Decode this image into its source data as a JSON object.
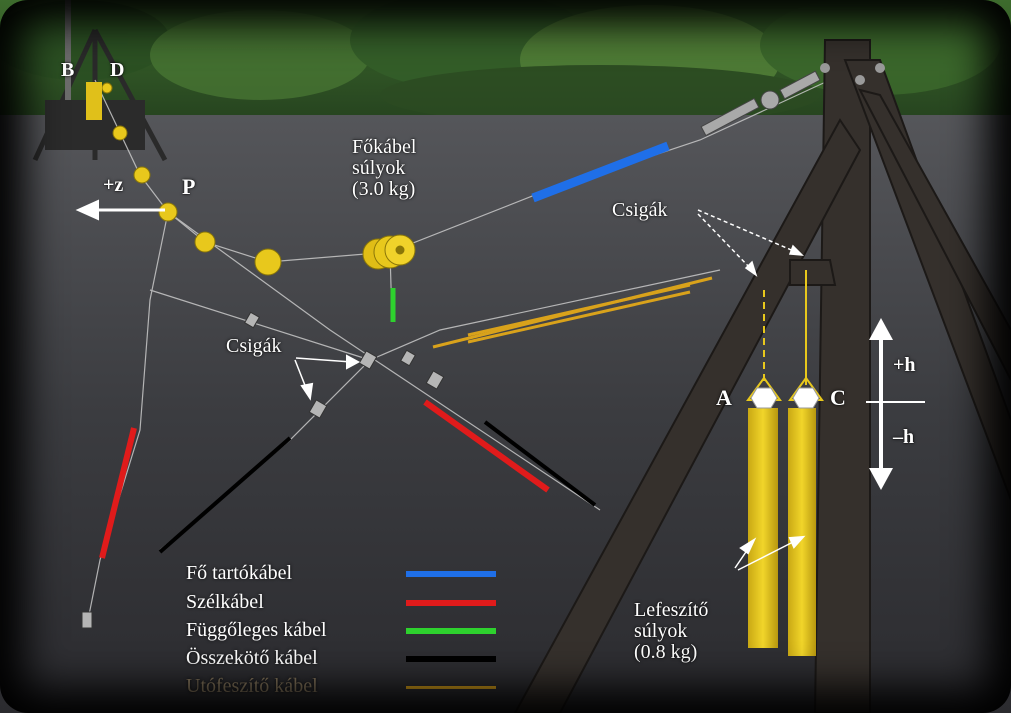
{
  "photo": {
    "labels": {
      "b": "B",
      "d": "D",
      "z": "+z",
      "p": "P",
      "main_weights": "Főkábel\nsúlyok\n(3.0 kg)",
      "pulleys_right": "Csigák",
      "pulleys_left": "Csigák",
      "a": "A",
      "c": "C",
      "plus_h": "+h",
      "minus_h": "–h",
      "tension_weights": "Lefeszítő\nsúlyok\n(0.8 kg)"
    },
    "legend": [
      {
        "label": "Fő tartókábel",
        "color": "#1f6fe8"
      },
      {
        "label": "Szélkábel",
        "color": "#e01b1b"
      },
      {
        "label": "Függőleges kábel",
        "color": "#2ed12e"
      },
      {
        "label": "Összekötő kábel",
        "color": "#000000"
      },
      {
        "label": "Utófeszítő kábel",
        "color": "#d9a21b"
      }
    ],
    "colors": {
      "main_cable": "#1f6fe8",
      "wind_cable": "#e01b1b",
      "vertical_cable": "#2ed12e",
      "connecting_cable": "#000000",
      "post_tension_cable": "#d9a21b",
      "weights": "#e8c81c",
      "ground": "#3a3a3e",
      "foliage": "#2f5a26",
      "frame": "#35302c"
    }
  }
}
